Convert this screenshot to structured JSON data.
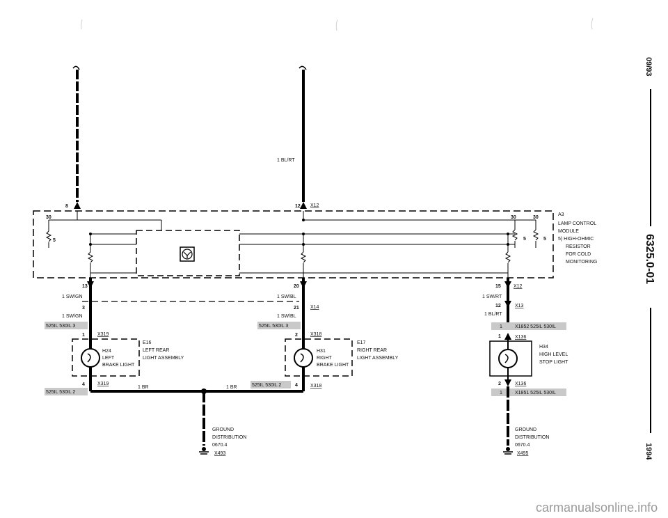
{
  "wire_top_center": "1 BL/RT",
  "top_left_pin": "8",
  "top_center_pin": "12",
  "top_center_connector": "X12",
  "module": {
    "ref": "A3",
    "line1": "LAMP CONTROL",
    "line2": "MODULE",
    "note1": "5) HIGH-OHMIC",
    "note2": "RESISTOR",
    "note3": "FOR COLD",
    "note4": "MONITORING",
    "pin_left_30": "30",
    "pin_left_5": "5",
    "pin_right_30a": "30",
    "pin_right_30b": "30",
    "pin_right_5a": "5",
    "pin_right_5b": "5"
  },
  "left_branch": {
    "pin13": "13",
    "wire1": "1 SW/GN",
    "pin3": "3",
    "wire2": "1 SW/GN",
    "shaded1": "525IL 530IL 3",
    "pin1": "1",
    "conn_top": "X319",
    "lamp_ref": "H24",
    "lamp_l1": "LEFT",
    "lamp_l2": "BRAKE LIGHT",
    "asm_ref": "E16",
    "asm_l1": "LEFT REAR",
    "asm_l2": "LIGHT ASSEMBLY",
    "pin4": "4",
    "conn_bot": "X319",
    "shaded2": "525IL 530IL 2",
    "wire_br": "1 BR"
  },
  "center_branch": {
    "pin20": "20",
    "wire1": "1 SW/BL",
    "pin21": "21",
    "conn_x14": "X14",
    "wire2": "1 SW/BL",
    "shaded1": "525IL 530IL 3",
    "pin2": "2",
    "conn_top": "X318",
    "lamp_ref": "H31",
    "lamp_l1": "RIGHT",
    "lamp_l2": "BRAKE LIGHT",
    "asm_ref": "E17",
    "asm_l1": "RIGHT REAR",
    "asm_l2": "LIGHT ASSEMBLY",
    "wire_br": "1 BR",
    "shaded2": "525IL 530IL 2",
    "pin4": "4",
    "conn_bot": "X318"
  },
  "right_branch": {
    "pin15": "15",
    "conn_x12": "X12",
    "wire1": "1 SW/RT",
    "pin12": "12",
    "conn_x13": "X13",
    "wire2": "1 BL/RT",
    "shaded1_pin": "1",
    "shaded1": "X1852 525IL 530IL",
    "pin1": "1",
    "conn_top": "X136",
    "lamp_ref": "H34",
    "lamp_l1": "HIGH LEVEL",
    "lamp_l2": "STOP LIGHT",
    "pin2": "2",
    "conn_bot": "X136",
    "shaded2_pin": "1",
    "shaded2": "X1851 525IL 530IL"
  },
  "ground_left": {
    "l1": "GROUND",
    "l2": "DISTRIBUTION",
    "l3": "0670.4",
    "conn": "X493"
  },
  "ground_right": {
    "l1": "GROUND",
    "l2": "DISTRIBUTION",
    "l3": "0670.4",
    "conn": "X495"
  },
  "sidebar": {
    "date": "09/93",
    "doc_number": "6325.0-01",
    "year": "1994"
  },
  "watermark": "carmanualsonline.info"
}
